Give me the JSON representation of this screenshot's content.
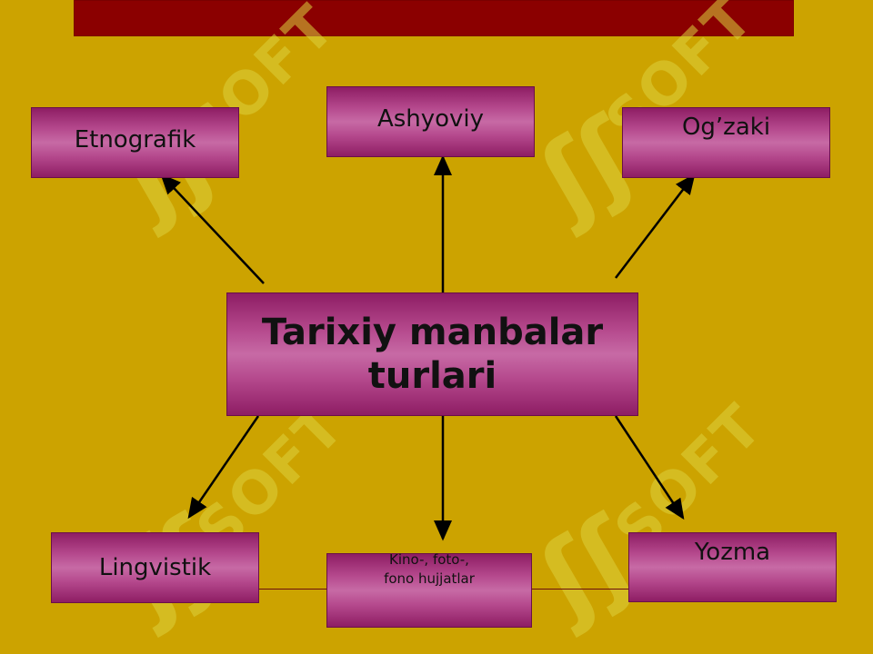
{
  "diagram": {
    "center": "Tarixiy manbalar\nturlari",
    "nodes": [
      {
        "id": "etnografik",
        "label": "Etnografik"
      },
      {
        "id": "ashyoviy",
        "label": "Ashyoviy"
      },
      {
        "id": "ogzaki",
        "label": "Og’zaki"
      },
      {
        "id": "lingvistik",
        "label": "Lingvistik"
      },
      {
        "id": "kino",
        "label": "Kino-, foto-,\nfono hujjatlar"
      },
      {
        "id": "yozma",
        "label": "Yozma"
      }
    ]
  },
  "watermark": "SOFT",
  "colors": {
    "background": "#cca300",
    "top_bar": "#8b0000",
    "box": "#b5498d",
    "arrow": "#000000"
  }
}
